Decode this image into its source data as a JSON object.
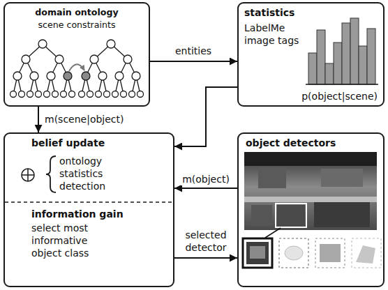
{
  "diagram": {
    "nodes": [
      {
        "text": [
          "domain ontology",
          "scene constraints"
        ]
      },
      {
        "text": [
          "statistics",
          "LabelMe image tags",
          "p(object|scene)"
        ]
      },
      {
        "text": [
          "belief update",
          "ontology",
          "statistics",
          "detection",
          "information gain",
          "select most informative object class"
        ]
      },
      {
        "text": [
          "object detectors"
        ]
      }
    ],
    "edges": [
      {
        "from": 0,
        "to": 1,
        "label": "entities",
        "arrow": "to"
      },
      {
        "from": 0,
        "to": 2,
        "label": "m(scene|object)",
        "arrow": "to"
      },
      {
        "from": 1,
        "to": 2,
        "arrow": "to"
      },
      {
        "from": 3,
        "to": 2,
        "label": "m(object)",
        "arrow": "to"
      },
      {
        "from": 2,
        "to": 3,
        "label": "selected detector",
        "arrow": "to"
      }
    ]
  }
}
